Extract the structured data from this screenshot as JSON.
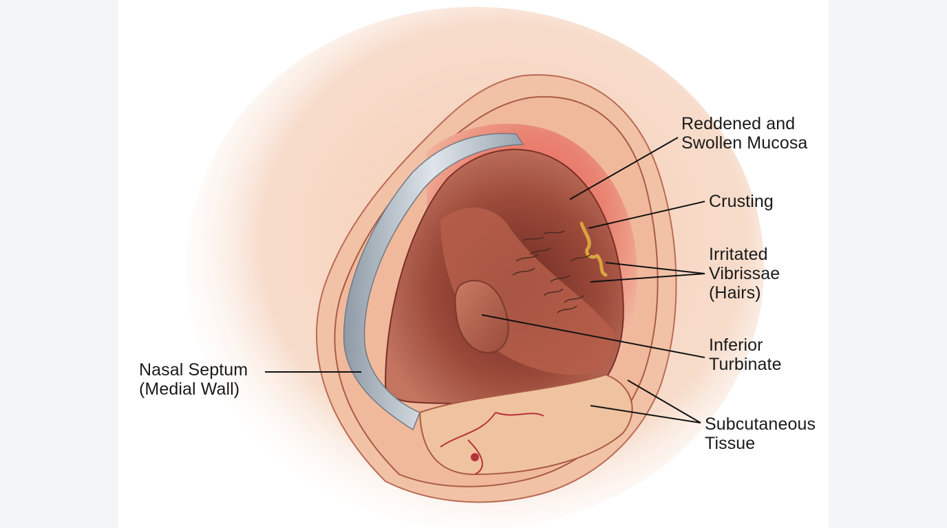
{
  "labels": {
    "mucosa": "Reddened and\nSwollen Mucosa",
    "crusting": "Crusting",
    "vibrissae": "Irritated\nVibrissae\n(Hairs)",
    "turbinate": "Inferior\nTurbinate",
    "subcutaneous": "Subcutaneous\nTissue",
    "septum": "Nasal Septum\n(Medial Wall)"
  },
  "colors": {
    "background": "#f3f5f6",
    "panel": "#ffffff",
    "skin": "#f3c9ae",
    "inflamed": "#e0564d",
    "cavity": "#8b3a2e",
    "cartilage": "#b9c3cc",
    "crust": "#d9a441",
    "leader": "#111111"
  }
}
